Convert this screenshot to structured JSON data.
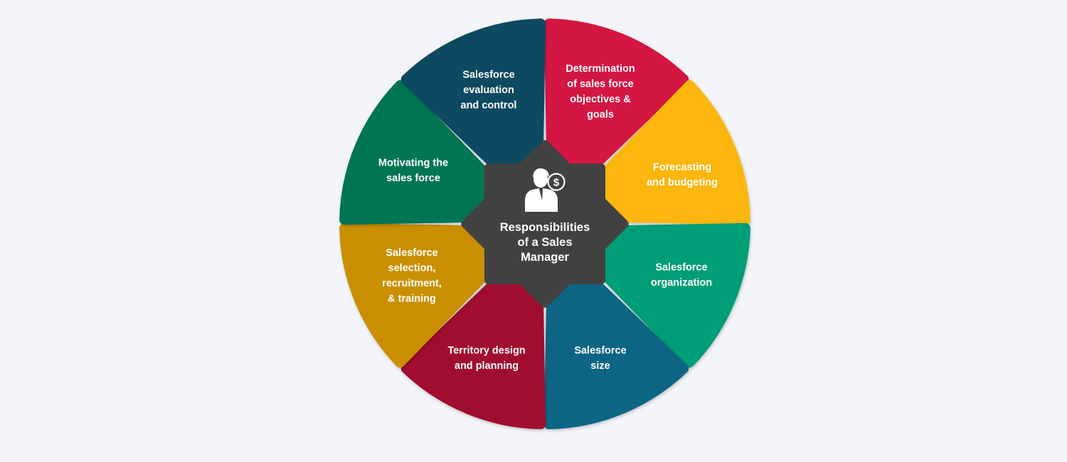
{
  "center": {
    "title_lines": [
      "Responsibilities",
      "of a Sales",
      "Manager"
    ],
    "icon": "sales-manager-dollar-icon",
    "color": "#414141"
  },
  "segments": [
    {
      "id": "determination",
      "lines": [
        "Determination",
        "of sales force",
        "objectives &",
        "goals"
      ],
      "color": "#d41543"
    },
    {
      "id": "forecasting",
      "lines": [
        "Forecasting",
        "and budgeting"
      ],
      "color": "#fcb60f"
    },
    {
      "id": "organization",
      "lines": [
        "Salesforce",
        "organization"
      ],
      "color": "#069e76"
    },
    {
      "id": "size",
      "lines": [
        "Salesforce",
        "size"
      ],
      "color": "#0e6584"
    },
    {
      "id": "territory",
      "lines": [
        "Territory design",
        "and planning"
      ],
      "color": "#a0102f"
    },
    {
      "id": "selection",
      "lines": [
        "Salesforce",
        "selection,",
        "recruitment,",
        "& training"
      ],
      "color": "#c98f05"
    },
    {
      "id": "motivating",
      "lines": [
        "Motivating the",
        "sales force"
      ],
      "color": "#067453"
    },
    {
      "id": "evaluation",
      "lines": [
        "Salesforce",
        "evaluation",
        "and control"
      ],
      "color": "#0c4a60"
    }
  ],
  "background": "#f3f5fa"
}
